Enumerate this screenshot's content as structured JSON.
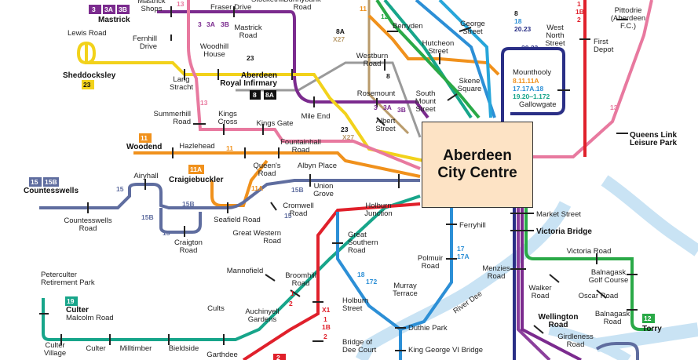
{
  "colors": {
    "purple": "#7b2b8e",
    "yellow": "#f2d21b",
    "pink": "#e8799f",
    "orange": "#f0911c",
    "slate": "#5f6d9f",
    "teal": "#17a58a",
    "red": "#e0202b",
    "green": "#2aa947",
    "blue": "#2c8fd6",
    "navy": "#2a2f86",
    "cyan": "#27a6da",
    "grey": "#9a9a9a",
    "tan": "#b99b6b",
    "violet": "#8b3f9c",
    "river": "#c9e3f4",
    "centre": "#fde3c5"
  },
  "centre": {
    "line1": "Aberdeen",
    "line2": "City Centre"
  },
  "stops": {
    "mastrick_shops": "Mastrick\nShops",
    "fraser_drive": "Fraser Drive",
    "mastrick": "Mastrick",
    "lewis_road": "Lewis Road",
    "fernhill": "Fernhill\nDrive",
    "mastrick_road": "Mastrick\nRoad",
    "woodhill": "Woodhill\nHouse",
    "sheddocksley": "Sheddocksley",
    "lang_stracht": "Lang\nStracht",
    "aberdeen_ri": "Aberdeen\nRoyal Infirmary",
    "summerhill": "Summerhill\nRoad",
    "kings_cross": "Kings\nCross",
    "kings_gate": "Kings Gate",
    "mile_end": "Mile End",
    "woodend": "Woodend",
    "hazlehead": "Hazlehead",
    "fountainhall": "Fountainhall\nRoad",
    "airyhall": "Airyhall",
    "craigiebuckler": "Craigiebuckler",
    "queens_road": "Queen's\nRoad",
    "albyn_place": "Albyn Place",
    "countesswells": "Countesswells",
    "countesswells_road": "Countesswells\nRoad",
    "union_grove": "Union\nGrove",
    "cromwell_road": "Cromwell\nRoad",
    "seafield_road": "Seafield Road",
    "craigton_road": "Craigton\nRoad",
    "great_western": "Great Western\nRoad",
    "holburn_junction": "Holburn\nJunction",
    "mannofield": "Mannofield",
    "broomhill": "Broomhill\nRoad",
    "peterculter": "Peterculter\nRetirement Park",
    "culter": "Culter",
    "malcolm_road": "Malcolm Road",
    "cults": "Cults",
    "auchinyell": "Auchinyell\nGardens",
    "holburn_street": "Holburn\nStreet",
    "culter_village": "Culter\nVillage",
    "culter2": "Culter",
    "milltimber": "Milltimber",
    "bieldside": "Bieldside",
    "garthdee": "Garthdee",
    "bridge_dee_court": "Bridge of\nDee Court",
    "great_southern": "Great\nSouthern\nRoad",
    "murray_terrace": "Murray\nTerrace",
    "duthie_park": "Duthie Park",
    "king_george": "King George VI Bridge",
    "polmuir": "Polmuir\nRoad",
    "ferryhill": "Ferryhill",
    "menzies": "Menzies\nRoad",
    "market_street": "Market Street",
    "victoria_bridge": "Victoria Bridge",
    "victoria_road": "Victoria Road",
    "balnagask_golf": "Balnagask\nGolf Course",
    "walker_road": "Walker\nRoad",
    "oscar_road": "Oscar Road",
    "balnagask_road": "Balnagask\nRoad",
    "wellington_road": "Wellington\nRoad",
    "torry": "Torry",
    "girdleness": "Girdleness\nRoad",
    "berryden": "Berryden",
    "george_street": "George\nStreet",
    "hutcheon": "Hutcheon\nStreet",
    "westburn": "Westburn\nRoad",
    "west_north": "West\nNorth\nStreet",
    "mounthooly": "Mounthooly",
    "skene_square": "Skene\nSquare",
    "gallowgate": "Gallowgate",
    "rosemount": "Rosemount",
    "south_mount": "South\nMount\nStreet",
    "albert_street": "Albert\nStreet",
    "first_depot": "First\nDepot",
    "pittodrie": "Pittodrie\n(Aberdeen\nF.C.)",
    "queens_link": "Queens Link\nLeisure Park",
    "stockethill": "Stockethill",
    "sunnybank": "Sunnybank\nRoad",
    "river_dee": "River Dee"
  },
  "routes": {
    "r3": "3",
    "r3a": "3A",
    "r3b": "3B",
    "r23": "23",
    "r13": "13",
    "r8": "8",
    "r8a": "8A",
    "r11": "11",
    "r11a": "11A",
    "r12": "12",
    "r15": "15",
    "r15b": "15B",
    "r17": "17",
    "r17a": "17A",
    "r18": "18",
    "r172": "172",
    "r19": "19",
    "r20": "20",
    "r20_23": "20.23",
    "rx27": "X27",
    "rx1": "X1",
    "r1": "1",
    "r1b": "1B",
    "r2": "2",
    "mounthooly_routes1": "8.11.11A",
    "mounthooly_routes2": "17.17A.18",
    "mounthooly_routes3": "19.20‒1.172"
  }
}
